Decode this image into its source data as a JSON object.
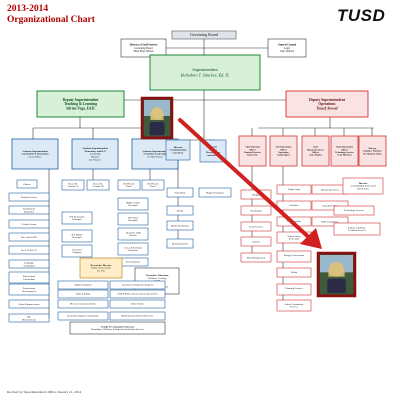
{
  "header": {
    "title_line1": "2013-2014",
    "title_line2": "Organizational Chart",
    "logo_text": "TUSD"
  },
  "footer": {
    "revised": "Revised by Superintendent's Office January 21, 2014"
  },
  "colors": {
    "green": "#0a7a2a",
    "green_fill": "#d8f0d8",
    "blue": "#1f5fa0",
    "blue_fill": "#dce9f6",
    "red": "#d03030",
    "red_fill": "#fbe3e3",
    "navy": "#1f3a6a",
    "arrow": "#d02020",
    "title": "#b00000"
  },
  "icons": {
    "photo": "person-photo-icon",
    "arrow": "arrow-icon"
  },
  "top": {
    "governing_board": "Governing Board",
    "board_staff": [
      "Director of Staff Services",
      "Governing Board",
      "Mary Ellen Wilson"
    ],
    "legal": [
      "General Counsel",
      "Legal",
      "Julie Tolleson"
    ],
    "superintendent": [
      "Superintendent",
      "Heliodoro T. Sánchez, Ed. D."
    ]
  },
  "left": {
    "deputy": [
      "Deputy Superintendent",
      "Teaching & Learning",
      "Adrian Vega, Ed.D."
    ],
    "asst": [
      [
        "Assistant Superintendent",
        "Curriculum & Instruction",
        "Grace Bellon"
      ],
      [
        "Assistant Superintendent",
        "Elementary and K-8",
        "Leadership",
        "Ramona",
        "Sal Palmaer"
      ],
      [
        "Assistant Superintendent",
        "Secondary Leadership",
        "Dr. Beth Honda"
      ]
    ],
    "curriculum_items": [
      "Charter",
      "Family Services",
      "Enrichment Education",
      "Federal Grants",
      "Fine Arts/GATE",
      "Soc F B & E. P.",
      "Language Acquisition",
      "Professional Curriculum",
      "Professional Development",
      "School Improvement",
      "Title I/Enrichments"
    ],
    "elem_items": [
      [
        "Elem. Dir.",
        "Corridor 1A"
      ],
      [
        "Elem. Dir.",
        "Corridor 1B"
      ],
      [
        "K-8 Elementary",
        "Principals"
      ],
      [
        "K-8 Middle",
        "Principals"
      ],
      [
        "Preschool",
        "Programs"
      ]
    ],
    "second_items": [
      [
        "HS Director",
        "Team 1"
      ],
      [
        "HS Director",
        "Team 2"
      ],
      [
        "Middle School",
        "Principals"
      ],
      [
        "HS School",
        "Principals"
      ],
      [
        "Alternative High",
        "Schools"
      ],
      [
        "Career & Technical",
        "Education"
      ],
      [
        "Interscholastics"
      ]
    ],
    "alt_ed": [
      "Alternative Education",
      "Childcare Learning",
      "CAVE",
      "Project MORE",
      "Southwest High School"
    ],
    "equity": [
      "Researcher Director",
      "Equity & Innovation",
      "Dr. Vita"
    ],
    "bottom_rows": [
      [
        "Magnet Programs",
        "Alternative to Suspension Programs"
      ],
      [
        "Student Equity",
        "CSDLR Multi Academic Intervention Schools"
      ],
      [
        "Mexican American Studies",
        "Ethnic Studies"
      ],
      [
        "Instruction Support Coordination",
        "Multicultural & African Student Svc."
      ]
    ],
    "family_center": [
      "Family & Community Outreach",
      "Translation, Childcare & Stipends and Student Services"
    ]
  },
  "middle": {
    "comm": [
      "Director",
      "Communications",
      "Cara Rene"
    ],
    "comm_items": [
      "Print Shop",
      "Media",
      "Media Production",
      "Marketing 2013"
    ],
    "magnet": [
      "Director",
      "Magnet",
      "Desegregation",
      "Sam Brown"
    ],
    "magnet_items": [
      "Magnet Programs"
    ]
  },
  "right": {
    "deputy": [
      "Deputy Superintendent",
      "Operations",
      "Yousef Awwad"
    ],
    "officers": [
      [
        "Chief Financial",
        "Officer",
        "Financial Services",
        "Karla Soto"
      ],
      [
        "Chief Operations",
        "Officer",
        "Operations",
        "Candy Egbert"
      ],
      [
        "Chief",
        "Human Resources",
        "Officer",
        "Anna Maiden"
      ],
      [
        "Chief Information",
        "Officer",
        "Technology Services",
        "Scott Morrison"
      ],
      [
        "Director",
        "Employee Relations",
        "Dr. Shannon Alston"
      ]
    ],
    "finance_items": [
      "Budget",
      "Purchasing",
      "Food Services",
      "Payroll",
      "Risk Management"
    ],
    "ops_items": [
      "Engineering",
      "Facilities",
      "Transportation",
      "School Safety & Security",
      "Energy Conservation",
      "Health",
      "Planning Services",
      "School Community Services"
    ],
    "hr_items": [
      "Human Resources",
      "Classified H.R.",
      "EEO Compliance"
    ],
    "tech_items": [
      [
        "Director",
        "Accountability & Research",
        "David Scott"
      ],
      [
        "Technology Services"
      ],
      [
        "Library, Childcare",
        "Textbook Services"
      ]
    ]
  },
  "photos": {
    "photo1_caption": "",
    "photo2_caption": ""
  }
}
